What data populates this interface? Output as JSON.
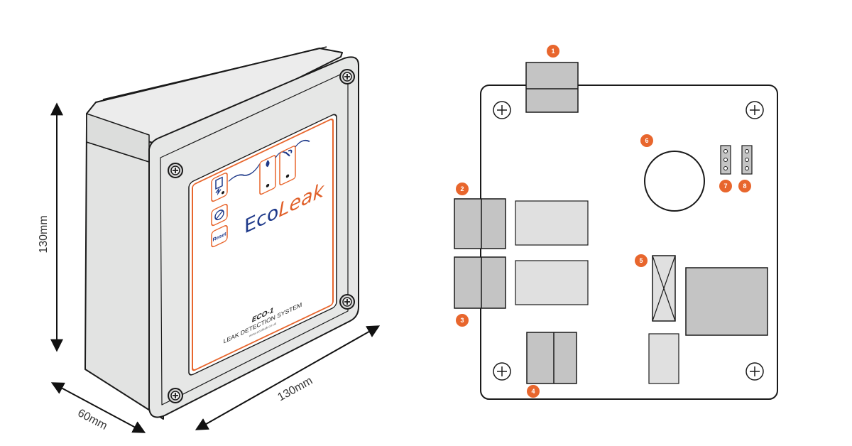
{
  "dimensions": {
    "height": "130mm",
    "width": "130mm",
    "depth": "60mm"
  },
  "device": {
    "brand_prefix": "Eco",
    "brand_suffix": "Leak",
    "model": "ECO-1",
    "system_name": "LEAK DETECTION SYSTEM",
    "website": "www.ecoleak.co.uk",
    "reset_label": "Reset"
  },
  "board": {
    "callouts": [
      "1",
      "2",
      "3",
      "4",
      "5",
      "6",
      "7",
      "8"
    ]
  },
  "colors": {
    "accent_orange": "#e8662d",
    "brand_blue": "#1f3a8a",
    "enclosure_grey": "#e6e7e6",
    "component_grey": "#c4c4c4",
    "component_light": "#e0e0e0",
    "outline": "#1a1a1a"
  },
  "icons": [
    "arrow-icon",
    "screw-icon",
    "power-icon",
    "no-water-icon",
    "drop-sensor-icon",
    "wrench-sensor-icon",
    "mounting-hole-icon"
  ]
}
